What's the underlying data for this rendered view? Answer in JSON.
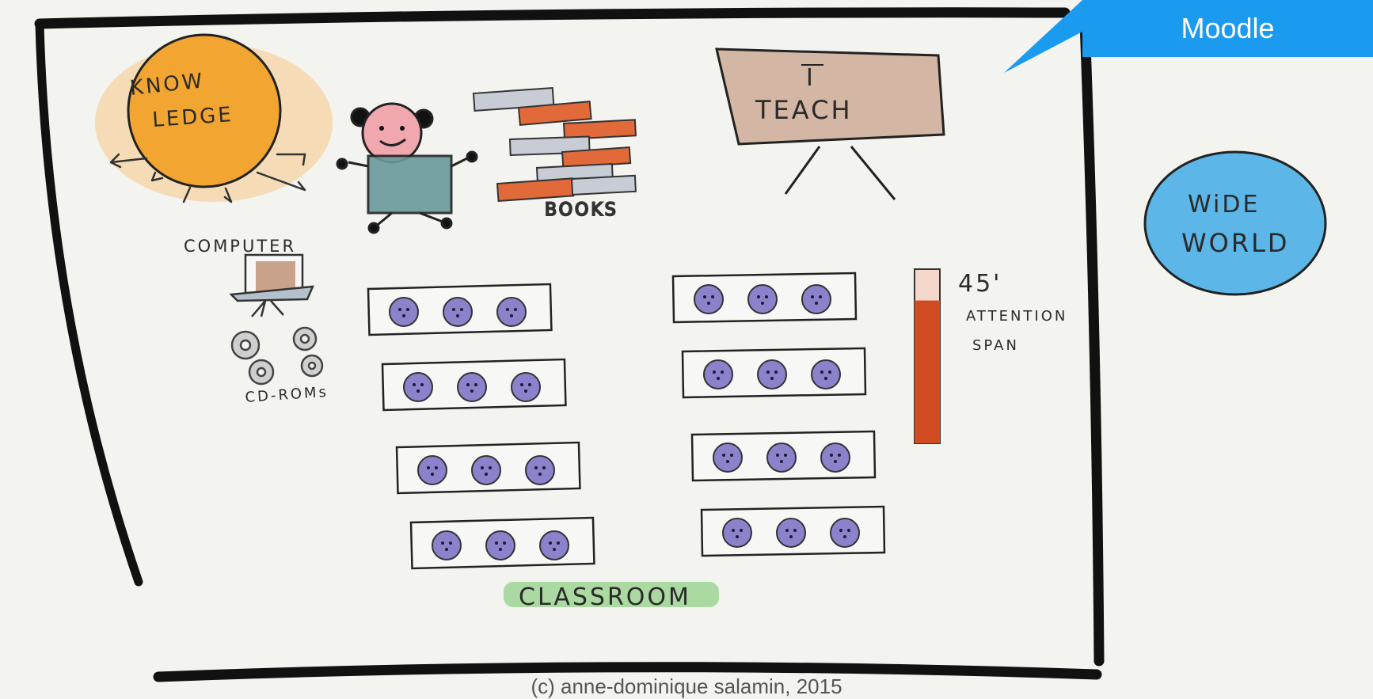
{
  "callout": {
    "label": "Moodle",
    "color": "#1a9bf0"
  },
  "knowledge": {
    "line1": "KNOW",
    "line2": "LEDGE",
    "color": "#f2a530"
  },
  "books": {
    "label": "BOOKS"
  },
  "board": {
    "line1": "I",
    "line2": "TEACH"
  },
  "world": {
    "line1": "WiDE",
    "line2": "WORLD",
    "color": "#5cb6e8"
  },
  "computer": {
    "label": "COMPUTER",
    "cdroms_label": "CD-ROMs"
  },
  "attention": {
    "minutes": "45'",
    "line1": "ATTENTION",
    "line2": "SPAN",
    "level": 0.82,
    "color": "#d04a22"
  },
  "classroom": {
    "label": "CLASSROOM"
  },
  "desks": {
    "rows": 4,
    "columns": 2,
    "students_per_desk": 3,
    "student_color": "#8a83cc"
  },
  "footer": {
    "copyright": "(c) anne-dominique salamin, 2015"
  }
}
